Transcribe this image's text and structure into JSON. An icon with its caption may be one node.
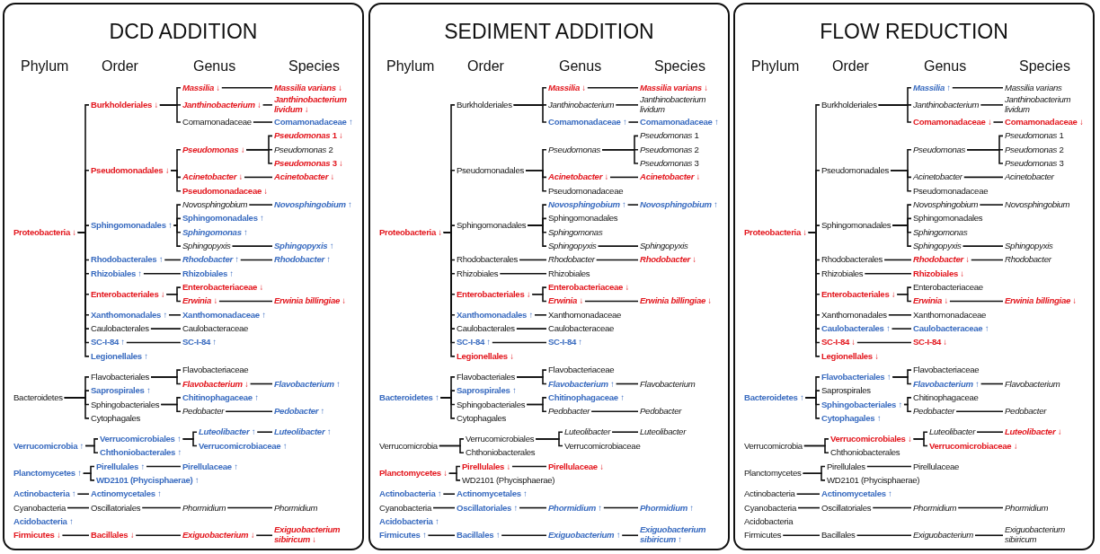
{
  "diagram": {
    "nodes": [
      {
        "text": [
          "DCD ADDITION",
          "Phylum",
          "Order",
          "Genus",
          "Species"
        ]
      },
      {
        "text": [
          "Proteobacteria ↓"
        ],
        "in": 0
      },
      {
        "text": [
          "Burkholderiales ↓"
        ],
        "in": 0
      },
      {
        "text": [
          "Massilia ↓"
        ],
        "in": 0
      },
      {
        "text": [
          "Massilia varians ↓"
        ],
        "in": 0
      },
      {
        "text": [
          "Janthinobacterium ↓"
        ],
        "in": 0
      },
      {
        "text": [
          "Janthinobacterium lividum ↓"
        ],
        "in": 0
      },
      {
        "text": [
          "Comamonadaceae"
        ],
        "in": 0
      },
      {
        "text": [
          "Comamonadaceae ↑"
        ],
        "in": 0
      },
      {
        "text": [
          "Pseudomonadales ↓"
        ],
        "in": 0
      },
      {
        "text": [
          "Pseudomonas ↓"
        ],
        "in": 0
      },
      {
        "text": [
          "*Pseudomonas* 1 ↓"
        ],
        "in": 0
      },
      {
        "text": [
          "*Pseudomonas* 2"
        ],
        "in": 0
      },
      {
        "text": [
          "*Pseudomonas* 3 ↓"
        ],
        "in": 0
      },
      {
        "text": [
          "Acinetobacter ↓"
        ],
        "in": 0
      },
      {
        "text": [
          "Acinetobacter ↓"
        ],
        "in": 0
      },
      {
        "text": [
          "Pseudomonadaceae ↓"
        ],
        "in": 0
      },
      {
        "text": [
          "Sphingomonadales ↑"
        ],
        "in": 0
      },
      {
        "text": [
          "Novosphingobium"
        ],
        "in": 0
      },
      {
        "text": [
          "Novosphingobium ↑"
        ],
        "in": 0
      },
      {
        "text": [
          "Sphingomonadales ↑"
        ],
        "in": 0
      },
      {
        "text": [
          "Sphingomonas ↑"
        ],
        "in": 0
      },
      {
        "text": [
          "Sphingopyxis"
        ],
        "in": 0
      },
      {
        "text": [
          "Sphingopyxis ↑"
        ],
        "in": 0
      },
      {
        "text": [
          "Rhodobacterales ↑"
        ],
        "in": 0
      },
      {
        "text": [
          "Rhodobacter ↑"
        ],
        "in": 0
      },
      {
        "text": [
          "Rhodobacter ↑"
        ],
        "in": 0
      },
      {
        "text": [
          "Rhizobiales ↑"
        ],
        "in": 0
      },
      {
        "text": [
          "Rhizobiales ↑"
        ],
        "in": 0
      },
      {
        "text": [
          "Enterobacteriales ↓"
        ],
        "in": 0
      },
      {
        "text": [
          "Enterobacteriaceae ↓"
        ],
        "in": 0
      },
      {
        "text": [
          "Erwinia ↓"
        ],
        "in": 0
      },
      {
        "text": [
          "Erwinia billingiae ↓"
        ],
        "in": 0
      },
      {
        "text": [
          "Xanthomonadales ↑"
        ],
        "in": 0
      },
      {
        "text": [
          "Xanthomonadaceae ↑"
        ],
        "in": 0
      },
      {
        "text": [
          "Caulobacterales"
        ],
        "in": 0
      },
      {
        "text": [
          "Caulobacteraceae"
        ],
        "in": 0
      },
      {
        "text": [
          "SC-I-84 ↑"
        ],
        "in": 0
      },
      {
        "text": [
          "SC-I-84 ↑"
        ],
        "in": 0
      },
      {
        "text": [
          "Legionellales ↑"
        ],
        "in": 0
      },
      {
        "text": [
          "Bacteroidetes"
        ],
        "in": 0
      },
      {
        "text": [
          "Flavobacteriales"
        ],
        "in": 0
      },
      {
        "text": [
          "Flavobacteriaceae"
        ],
        "in": 0
      },
      {
        "text": [
          "Flavobacterium ↓"
        ],
        "in": 0
      },
      {
        "text": [
          "Flavobacterium ↑"
        ],
        "in": 0
      },
      {
        "text": [
          "Saprospirales ↑"
        ],
        "in": 0
      },
      {
        "text": [
          "Sphingobacteriales"
        ],
        "in": 0
      },
      {
        "text": [
          "Chitinophagaceae ↑"
        ],
        "in": 0
      },
      {
        "text": [
          "Pedobacter"
        ],
        "in": 0
      },
      {
        "text": [
          "Pedobacter ↑"
        ],
        "in": 0
      },
      {
        "text": [
          "Cytophagales"
        ],
        "in": 0
      },
      {
        "text": [
          "Verrucomicrobia ↑"
        ],
        "in": 0
      },
      {
        "text": [
          "Verrucomicrobiales ↑"
        ],
        "in": 0
      },
      {
        "text": [
          "Luteolibacter ↑"
        ],
        "in": 0
      },
      {
        "text": [
          "Luteolibacter ↑"
        ],
        "in": 0
      },
      {
        "text": [
          "Verrucomicrobiaceae ↑"
        ],
        "in": 0
      },
      {
        "text": [
          "Chthoniobacterales ↑"
        ],
        "in": 0
      },
      {
        "text": [
          "Planctomycetes ↑"
        ],
        "in": 0
      },
      {
        "text": [
          "Pirellulales ↑"
        ],
        "in": 0
      },
      {
        "text": [
          "Pirellulaceae ↑"
        ],
        "in": 0
      },
      {
        "text": [
          "WD2101 (Phycisphaerae) ↑"
        ],
        "in": 0
      },
      {
        "text": [
          "Actinobacteria ↑"
        ],
        "in": 0
      },
      {
        "text": [
          "Actinomycetales ↑"
        ],
        "in": 0
      },
      {
        "text": [
          "Cyanobacteria"
        ],
        "in": 0
      },
      {
        "text": [
          "Oscillatoriales"
        ],
        "in": 0
      },
      {
        "text": [
          "Phormidium"
        ],
        "in": 0
      },
      {
        "text": [
          "Phormidium"
        ],
        "in": 0
      },
      {
        "text": [
          "Acidobacteria ↑"
        ],
        "in": 0
      },
      {
        "text": [
          "Firmicutes ↓"
        ],
        "in": 0
      },
      {
        "text": [
          "Bacillales ↓"
        ],
        "in": 0
      },
      {
        "text": [
          "Exiguobacterium ↓"
        ],
        "in": 0
      },
      {
        "text": [
          "Exiguobacterium sibiricum ↓"
        ],
        "in": 0
      },
      {
        "text": [
          "SEDIMENT ADDITION",
          "Phylum",
          "Order",
          "Genus",
          "Species"
        ]
      },
      {
        "text": [
          "Proteobacteria ↓"
        ],
        "in": 72
      },
      {
        "text": [
          "Burkholderiales"
        ],
        "in": 72
      },
      {
        "text": [
          "Massilia ↓"
        ],
        "in": 72
      },
      {
        "text": [
          "Massilia varians ↓"
        ],
        "in": 72
      },
      {
        "text": [
          "Janthinobacterium"
        ],
        "in": 72
      },
      {
        "text": [
          "Janthinobacterium lividum"
        ],
        "in": 72
      },
      {
        "text": [
          "Comamonadaceae ↑"
        ],
        "in": 72
      },
      {
        "text": [
          "Comamonadaceae ↑"
        ],
        "in": 72
      },
      {
        "text": [
          "Pseudomonadales"
        ],
        "in": 72
      },
      {
        "text": [
          "Pseudomonas"
        ],
        "in": 72
      },
      {
        "text": [
          "*Pseudomonas* 1"
        ],
        "in": 72
      },
      {
        "text": [
          "*Pseudomonas* 2"
        ],
        "in": 72
      },
      {
        "text": [
          "*Pseudomonas* 3"
        ],
        "in": 72
      },
      {
        "text": [
          "Acinetobacter ↓"
        ],
        "in": 72
      },
      {
        "text": [
          "Acinetobacter ↓"
        ],
        "in": 72
      },
      {
        "text": [
          "Pseudomonadaceae"
        ],
        "in": 72
      },
      {
        "text": [
          "Sphingomonadales"
        ],
        "in": 72
      },
      {
        "text": [
          "Novosphingobium ↑"
        ],
        "in": 72
      },
      {
        "text": [
          "Novosphingobium ↑"
        ],
        "in": 72
      },
      {
        "text": [
          "Sphingomonadales"
        ],
        "in": 72
      },
      {
        "text": [
          "Sphingomonas"
        ],
        "in": 72
      },
      {
        "text": [
          "Sphingopyxis"
        ],
        "in": 72
      },
      {
        "text": [
          "Sphingopyxis"
        ],
        "in": 72
      },
      {
        "text": [
          "Rhodobacterales"
        ],
        "in": 72
      },
      {
        "text": [
          "Rhodobacter"
        ],
        "in": 72
      },
      {
        "text": [
          "Rhodobacter ↓"
        ],
        "in": 72
      },
      {
        "text": [
          "Rhizobiales"
        ],
        "in": 72
      },
      {
        "text": [
          "Rhizobiales"
        ],
        "in": 72
      },
      {
        "text": [
          "Enterobacteriales ↓"
        ],
        "in": 72
      },
      {
        "text": [
          "Enterobacteriaceae ↓"
        ],
        "in": 72
      },
      {
        "text": [
          "Erwinia ↓"
        ],
        "in": 72
      },
      {
        "text": [
          "Erwinia billingiae ↓"
        ],
        "in": 72
      },
      {
        "text": [
          "Xanthomonadales ↑"
        ],
        "in": 72
      },
      {
        "text": [
          "Xanthomonadaceae"
        ],
        "in": 72
      },
      {
        "text": [
          "Caulobacterales"
        ],
        "in": 72
      },
      {
        "text": [
          "Caulobacteraceae"
        ],
        "in": 72
      },
      {
        "text": [
          "SC-I-84 ↑"
        ],
        "in": 72
      },
      {
        "text": [
          "SC-I-84 ↑"
        ],
        "in": 72
      },
      {
        "text": [
          "Legionellales ↓"
        ],
        "in": 72
      },
      {
        "text": [
          "Bacteroidetes ↑"
        ],
        "in": 72
      },
      {
        "text": [
          "Flavobacteriales"
        ],
        "in": 72
      },
      {
        "text": [
          "Flavobacteriaceae"
        ],
        "in": 72
      },
      {
        "text": [
          "Flavobacterium ↑"
        ],
        "in": 72
      },
      {
        "text": [
          "Flavobacterium"
        ],
        "in": 72
      },
      {
        "text": [
          "Saprospirales ↑"
        ],
        "in": 72
      },
      {
        "text": [
          "Sphingobacteriales"
        ],
        "in": 72
      },
      {
        "text": [
          "Chitinophagaceae ↑"
        ],
        "in": 72
      },
      {
        "text": [
          "Pedobacter"
        ],
        "in": 72
      },
      {
        "text": [
          "Pedobacter"
        ],
        "in": 72
      },
      {
        "text": [
          "Cytophagales"
        ],
        "in": 72
      },
      {
        "text": [
          "Verrucomicrobia"
        ],
        "in": 72
      },
      {
        "text": [
          "Verrucomicrobiales"
        ],
        "in": 72
      },
      {
        "text": [
          "Luteolibacter"
        ],
        "in": 72
      },
      {
        "text": [
          "Luteolibacter"
        ],
        "in": 72
      },
      {
        "text": [
          "Verrucomicrobiaceae"
        ],
        "in": 72
      },
      {
        "text": [
          "Chthoniobacterales"
        ],
        "in": 72
      },
      {
        "text": [
          "Planctomycetes ↓"
        ],
        "in": 72
      },
      {
        "text": [
          "Pirellulales ↓"
        ],
        "in": 72
      },
      {
        "text": [
          "Pirellulaceae ↓"
        ],
        "in": 72
      },
      {
        "text": [
          "WD2101 (Phycisphaerae)"
        ],
        "in": 72
      },
      {
        "text": [
          "Actinobacteria ↑"
        ],
        "in": 72
      },
      {
        "text": [
          "Actinomycetales ↑"
        ],
        "in": 72
      },
      {
        "text": [
          "Cyanobacteria"
        ],
        "in": 72
      },
      {
        "text": [
          "Oscillatoriales ↑"
        ],
        "in": 72
      },
      {
        "text": [
          "Phormidium ↑"
        ],
        "in": 72
      },
      {
        "text": [
          "Phormidium ↑"
        ],
        "in": 72
      },
      {
        "text": [
          "Acidobacteria ↑"
        ],
        "in": 72
      },
      {
        "text": [
          "Firmicutes ↑"
        ],
        "in": 72
      },
      {
        "text": [
          "Bacillales ↑"
        ],
        "in": 72
      },
      {
        "text": [
          "Exiguobacterium ↑"
        ],
        "in": 72
      },
      {
        "text": [
          "Exiguobacterium sibiricum ↑"
        ],
        "in": 72
      },
      {
        "text": [
          "FLOW REDUCTION",
          "Phylum",
          "Order",
          "Genus",
          "Species"
        ]
      },
      {
        "text": [
          "Proteobacteria ↓"
        ],
        "in": 144
      },
      {
        "text": [
          "Burkholderiales"
        ],
        "in": 144
      },
      {
        "text": [
          "Massilia ↑"
        ],
        "in": 144
      },
      {
        "text": [
          "Massilia varians"
        ],
        "in": 144
      },
      {
        "text": [
          "Janthinobacterium"
        ],
        "in": 144
      },
      {
        "text": [
          "Janthinobacterium lividum"
        ],
        "in": 144
      },
      {
        "text": [
          "Comamonadaceae ↓"
        ],
        "in": 144
      },
      {
        "text": [
          "Comamonadaceae ↓"
        ],
        "in": 144
      },
      {
        "text": [
          "Pseudomonadales"
        ],
        "in": 144
      },
      {
        "text": [
          "Pseudomonas"
        ],
        "in": 144
      },
      {
        "text": [
          "*Pseudomonas* 1"
        ],
        "in": 144
      },
      {
        "text": [
          "*Pseudomonas* 2"
        ],
        "in": 144
      },
      {
        "text": [
          "*Pseudomonas* 3"
        ],
        "in": 144
      },
      {
        "text": [
          "Acinetobacter"
        ],
        "in": 144
      },
      {
        "text": [
          "Acinetobacter"
        ],
        "in": 144
      },
      {
        "text": [
          "Pseudomonadaceae"
        ],
        "in": 144
      },
      {
        "text": [
          "Sphingomonadales"
        ],
        "in": 144
      },
      {
        "text": [
          "Novosphingobium"
        ],
        "in": 144
      },
      {
        "text": [
          "Novosphingobium"
        ],
        "in": 144
      },
      {
        "text": [
          "Sphingomonadales"
        ],
        "in": 144
      },
      {
        "text": [
          "Sphingomonas"
        ],
        "in": 144
      },
      {
        "text": [
          "Sphingopyxis"
        ],
        "in": 144
      },
      {
        "text": [
          "Sphingopyxis"
        ],
        "in": 144
      },
      {
        "text": [
          "Rhodobacterales"
        ],
        "in": 144
      },
      {
        "text": [
          "Rhodobacter ↓"
        ],
        "in": 144
      },
      {
        "text": [
          "Rhodobacter"
        ],
        "in": 144
      },
      {
        "text": [
          "Rhizobiales"
        ],
        "in": 144
      },
      {
        "text": [
          "Rhizobiales ↓"
        ],
        "in": 144
      },
      {
        "text": [
          "Enterobacteriales ↓"
        ],
        "in": 144
      },
      {
        "text": [
          "Enterobacteriaceae"
        ],
        "in": 144
      },
      {
        "text": [
          "Erwinia ↓"
        ],
        "in": 144
      },
      {
        "text": [
          "Erwinia billingiae ↓"
        ],
        "in": 144
      },
      {
        "text": [
          "Xanthomonadales"
        ],
        "in": 144
      },
      {
        "text": [
          "Xanthomonadaceae"
        ],
        "in": 144
      },
      {
        "text": [
          "Caulobacterales ↑"
        ],
        "in": 144
      },
      {
        "text": [
          "Caulobacteraceae ↑"
        ],
        "in": 144
      },
      {
        "text": [
          "SC-I-84 ↓"
        ],
        "in": 144
      },
      {
        "text": [
          "SC-I-84 ↓"
        ],
        "in": 144
      },
      {
        "text": [
          "Legionellales ↓"
        ],
        "in": 144
      },
      {
        "text": [
          "Bacteroidetes ↑"
        ],
        "in": 144
      },
      {
        "text": [
          "Flavobacteriales ↑"
        ],
        "in": 144
      },
      {
        "text": [
          "Flavobacteriaceae"
        ],
        "in": 144
      },
      {
        "text": [
          "Flavobacterium ↑"
        ],
        "in": 144
      },
      {
        "text": [
          "Flavobacterium"
        ],
        "in": 144
      },
      {
        "text": [
          "Saprospirales"
        ],
        "in": 144
      },
      {
        "text": [
          "Sphingobacteriales ↑"
        ],
        "in": 144
      },
      {
        "text": [
          "Chitinophagaceae"
        ],
        "in": 144
      },
      {
        "text": [
          "Pedobacter"
        ],
        "in": 144
      },
      {
        "text": [
          "Pedobacter"
        ],
        "in": 144
      },
      {
        "text": [
          "Cytophagales ↑"
        ],
        "in": 144
      },
      {
        "text": [
          "Verrucomicrobia"
        ],
        "in": 144
      },
      {
        "text": [
          "Verrucomicrobiales ↓"
        ],
        "in": 144
      },
      {
        "text": [
          "Luteolibacter"
        ],
        "in": 144
      },
      {
        "text": [
          "Luteolibacter ↓"
        ],
        "in": 144
      },
      {
        "text": [
          "Verrucomicrobiaceae ↓"
        ],
        "in": 144
      },
      {
        "text": [
          "Chthoniobacterales"
        ],
        "in": 144
      },
      {
        "text": [
          "Planctomycetes"
        ],
        "in": 144
      },
      {
        "text": [
          "Pirellulales"
        ],
        "in": 144
      },
      {
        "text": [
          "Pirellulaceae"
        ],
        "in": 144
      },
      {
        "text": [
          "WD2101 (Phycisphaerae)"
        ],
        "in": 144
      },
      {
        "text": [
          "Actinobacteria"
        ],
        "in": 144
      },
      {
        "text": [
          "Actinomycetales ↑"
        ],
        "in": 144
      },
      {
        "text": [
          "Cyanobacteria"
        ],
        "in": 144
      },
      {
        "text": [
          "Oscillatoriales"
        ],
        "in": 144
      },
      {
        "text": [
          "Phormidium"
        ],
        "in": 144
      },
      {
        "text": [
          "Phormidium"
        ],
        "in": 144
      },
      {
        "text": [
          "Acidobacteria"
        ],
        "in": 144
      },
      {
        "text": [
          "Firmicutes"
        ],
        "in": 144
      },
      {
        "text": [
          "Bacillales"
        ],
        "in": 144
      },
      {
        "text": [
          "Exiguobacterium"
        ],
        "in": 144
      },
      {
        "text": [
          "Exiguobacterium sibiricum"
        ],
        "in": 144
      }
    ],
    "edges": [
      {
        "from": 1,
        "to": 2,
        "arrow": "none"
      },
      {
        "from": 1,
        "to": 9,
        "arrow": "none"
      },
      {
        "from": 1,
        "to": 17,
        "arrow": "none"
      },
      {
        "from": 1,
        "to": 24,
        "arrow": "none"
      },
      {
        "from": 1,
        "to": 27,
        "arrow": "none"
      },
      {
        "from": 1,
        "to": 29,
        "arrow": "none"
      },
      {
        "from": 1,
        "to": 33,
        "arrow": "none"
      },
      {
        "from": 1,
        "to": 35,
        "arrow": "none"
      },
      {
        "from": 1,
        "to": 37,
        "arrow": "none"
      },
      {
        "from": 1,
        "to": 39,
        "arrow": "none"
      },
      {
        "from": 2,
        "to": 3,
        "arrow": "none"
      },
      {
        "from": 2,
        "to": 5,
        "arrow": "none"
      },
      {
        "from": 2,
        "to": 7,
        "arrow": "none"
      },
      {
        "from": 3,
        "to": 4,
        "arrow": "none"
      },
      {
        "from": 5,
        "to": 6,
        "arrow": "none"
      },
      {
        "from": 7,
        "to": 8,
        "arrow": "none"
      },
      {
        "from": 9,
        "to": 10,
        "arrow": "none"
      },
      {
        "from": 9,
        "to": 14,
        "arrow": "none"
      },
      {
        "from": 9,
        "to": 16,
        "arrow": "none"
      },
      {
        "from": 10,
        "to": 11,
        "arrow": "none"
      },
      {
        "from": 10,
        "to": 12,
        "arrow": "none"
      },
      {
        "from": 10,
        "to": 13,
        "arrow": "none"
      },
      {
        "from": 14,
        "to": 15,
        "arrow": "none"
      },
      {
        "from": 17,
        "to": 18,
        "arrow": "none"
      },
      {
        "from": 17,
        "to": 20,
        "arrow": "none"
      },
      {
        "from": 17,
        "to": 21,
        "arrow": "none"
      },
      {
        "from": 17,
        "to": 22,
        "arrow": "none"
      },
      {
        "from": 18,
        "to": 19,
        "arrow": "none"
      },
      {
        "from": 22,
        "to": 23,
        "arrow": "none"
      },
      {
        "from": 24,
        "to": 25,
        "arrow": "none"
      },
      {
        "from": 25,
        "to": 26,
        "arrow": "none"
      },
      {
        "from": 27,
        "to": 28,
        "arrow": "none"
      },
      {
        "from": 29,
        "to": 30,
        "arrow": "none"
      },
      {
        "from": 29,
        "to": 31,
        "arrow": "none"
      },
      {
        "from": 31,
        "to": 32,
        "arrow": "none"
      },
      {
        "from": 33,
        "to": 34,
        "arrow": "none"
      },
      {
        "from": 35,
        "to": 36,
        "arrow": "none"
      },
      {
        "from": 37,
        "to": 38,
        "arrow": "none"
      },
      {
        "from": 40,
        "to": 41,
        "arrow": "none"
      },
      {
        "from": 40,
        "to": 45,
        "arrow": "none"
      },
      {
        "from": 40,
        "to": 46,
        "arrow": "none"
      },
      {
        "from": 40,
        "to": 50,
        "arrow": "none"
      },
      {
        "from": 41,
        "to": 42,
        "arrow": "none"
      },
      {
        "from": 41,
        "to": 43,
        "arrow": "none"
      },
      {
        "from": 43,
        "to": 44,
        "arrow": "none"
      },
      {
        "from": 46,
        "to": 47,
        "arrow": "none"
      },
      {
        "from": 46,
        "to": 48,
        "arrow": "none"
      },
      {
        "from": 48,
        "to": 49,
        "arrow": "none"
      },
      {
        "from": 51,
        "to": 52,
        "arrow": "none"
      },
      {
        "from": 51,
        "to": 56,
        "arrow": "none"
      },
      {
        "from": 52,
        "to": 53,
        "arrow": "none"
      },
      {
        "from": 52,
        "to": 55,
        "arrow": "none"
      },
      {
        "from": 53,
        "to": 54,
        "arrow": "none"
      },
      {
        "from": 57,
        "to": 58,
        "arrow": "none"
      },
      {
        "from": 57,
        "to": 60,
        "arrow": "none"
      },
      {
        "from": 58,
        "to": 59,
        "arrow": "none"
      },
      {
        "from": 61,
        "to": 62,
        "arrow": "none"
      },
      {
        "from": 63,
        "to": 64,
        "arrow": "none"
      },
      {
        "from": 64,
        "to": 65,
        "arrow": "none"
      },
      {
        "from": 65,
        "to": 66,
        "arrow": "none"
      },
      {
        "from": 68,
        "to": 69,
        "arrow": "none"
      },
      {
        "from": 69,
        "to": 70,
        "arrow": "none"
      },
      {
        "from": 70,
        "to": 71,
        "arrow": "none"
      },
      {
        "from": 73,
        "to": 74,
        "arrow": "none"
      },
      {
        "from": 73,
        "to": 81,
        "arrow": "none"
      },
      {
        "from": 73,
        "to": 89,
        "arrow": "none"
      },
      {
        "from": 73,
        "to": 96,
        "arrow": "none"
      },
      {
        "from": 73,
        "to": 99,
        "arrow": "none"
      },
      {
        "from": 73,
        "to": 101,
        "arrow": "none"
      },
      {
        "from": 73,
        "to": 105,
        "arrow": "none"
      },
      {
        "from": 73,
        "to": 107,
        "arrow": "none"
      },
      {
        "from": 73,
        "to": 109,
        "arrow": "none"
      },
      {
        "from": 73,
        "to": 111,
        "arrow": "none"
      },
      {
        "from": 74,
        "to": 75,
        "arrow": "none"
      },
      {
        "from": 74,
        "to": 77,
        "arrow": "none"
      },
      {
        "from": 74,
        "to": 79,
        "arrow": "none"
      },
      {
        "from": 75,
        "to": 76,
        "arrow": "none"
      },
      {
        "from": 77,
        "to": 78,
        "arrow": "none"
      },
      {
        "from": 79,
        "to": 80,
        "arrow": "none"
      },
      {
        "from": 81,
        "to": 82,
        "arrow": "none"
      },
      {
        "from": 81,
        "to": 86,
        "arrow": "none"
      },
      {
        "from": 81,
        "to": 88,
        "arrow": "none"
      },
      {
        "from": 82,
        "to": 83,
        "arrow": "none"
      },
      {
        "from": 82,
        "to": 84,
        "arrow": "none"
      },
      {
        "from": 82,
        "to": 85,
        "arrow": "none"
      },
      {
        "from": 86,
        "to": 87,
        "arrow": "none"
      },
      {
        "from": 89,
        "to": 90,
        "arrow": "none"
      },
      {
        "from": 89,
        "to": 92,
        "arrow": "none"
      },
      {
        "from": 89,
        "to": 93,
        "arrow": "none"
      },
      {
        "from": 89,
        "to": 94,
        "arrow": "none"
      },
      {
        "from": 90,
        "to": 91,
        "arrow": "none"
      },
      {
        "from": 94,
        "to": 95,
        "arrow": "none"
      },
      {
        "from": 96,
        "to": 97,
        "arrow": "none"
      },
      {
        "from": 97,
        "to": 98,
        "arrow": "none"
      },
      {
        "from": 99,
        "to": 100,
        "arrow": "none"
      },
      {
        "from": 101,
        "to": 102,
        "arrow": "none"
      },
      {
        "from": 101,
        "to": 103,
        "arrow": "none"
      },
      {
        "from": 103,
        "to": 104,
        "arrow": "none"
      },
      {
        "from": 105,
        "to": 106,
        "arrow": "none"
      },
      {
        "from": 107,
        "to": 108,
        "arrow": "none"
      },
      {
        "from": 109,
        "to": 110,
        "arrow": "none"
      },
      {
        "from": 112,
        "to": 113,
        "arrow": "none"
      },
      {
        "from": 112,
        "to": 117,
        "arrow": "none"
      },
      {
        "from": 112,
        "to": 118,
        "arrow": "none"
      },
      {
        "from": 112,
        "to": 122,
        "arrow": "none"
      },
      {
        "from": 113,
        "to": 114,
        "arrow": "none"
      },
      {
        "from": 113,
        "to": 115,
        "arrow": "none"
      },
      {
        "from": 115,
        "to": 116,
        "arrow": "none"
      },
      {
        "from": 118,
        "to": 119,
        "arrow": "none"
      },
      {
        "from": 118,
        "to": 120,
        "arrow": "none"
      },
      {
        "from": 120,
        "to": 121,
        "arrow": "none"
      },
      {
        "from": 123,
        "to": 124,
        "arrow": "none"
      },
      {
        "from": 123,
        "to": 128,
        "arrow": "none"
      },
      {
        "from": 124,
        "to": 125,
        "arrow": "none"
      },
      {
        "from": 124,
        "to": 127,
        "arrow": "none"
      },
      {
        "from": 125,
        "to": 126,
        "arrow": "none"
      },
      {
        "from": 129,
        "to": 130,
        "arrow": "none"
      },
      {
        "from": 129,
        "to": 132,
        "arrow": "none"
      },
      {
        "from": 130,
        "to": 131,
        "arrow": "none"
      },
      {
        "from": 133,
        "to": 134,
        "arrow": "none"
      },
      {
        "from": 135,
        "to": 136,
        "arrow": "none"
      },
      {
        "from": 136,
        "to": 137,
        "arrow": "none"
      },
      {
        "from": 137,
        "to": 138,
        "arrow": "none"
      },
      {
        "from": 140,
        "to": 141,
        "arrow": "none"
      },
      {
        "from": 141,
        "to": 142,
        "arrow": "none"
      },
      {
        "from": 142,
        "to": 143,
        "arrow": "none"
      },
      {
        "from": 145,
        "to": 146,
        "arrow": "none"
      },
      {
        "from": 145,
        "to": 153,
        "arrow": "none"
      },
      {
        "from": 145,
        "to": 161,
        "arrow": "none"
      },
      {
        "from": 145,
        "to": 168,
        "arrow": "none"
      },
      {
        "from": 145,
        "to": 171,
        "arrow": "none"
      },
      {
        "from": 145,
        "to": 173,
        "arrow": "none"
      },
      {
        "from": 145,
        "to": 177,
        "arrow": "none"
      },
      {
        "from": 145,
        "to": 179,
        "arrow": "none"
      },
      {
        "from": 145,
        "to": 181,
        "arrow": "none"
      },
      {
        "from": 145,
        "to": 183,
        "arrow": "none"
      },
      {
        "from": 146,
        "to": 147,
        "arrow": "none"
      },
      {
        "from": 146,
        "to": 149,
        "arrow": "none"
      },
      {
        "from": 146,
        "to": 151,
        "arrow": "none"
      },
      {
        "from": 147,
        "to": 148,
        "arrow": "none"
      },
      {
        "from": 149,
        "to": 150,
        "arrow": "none"
      },
      {
        "from": 151,
        "to": 152,
        "arrow": "none"
      },
      {
        "from": 153,
        "to": 154,
        "arrow": "none"
      },
      {
        "from": 153,
        "to": 158,
        "arrow": "none"
      },
      {
        "from": 153,
        "to": 160,
        "arrow": "none"
      },
      {
        "from": 154,
        "to": 155,
        "arrow": "none"
      },
      {
        "from": 154,
        "to": 156,
        "arrow": "none"
      },
      {
        "from": 154,
        "to": 157,
        "arrow": "none"
      },
      {
        "from": 158,
        "to": 159,
        "arrow": "none"
      },
      {
        "from": 161,
        "to": 162,
        "arrow": "none"
      },
      {
        "from": 161,
        "to": 164,
        "arrow": "none"
      },
      {
        "from": 161,
        "to": 165,
        "arrow": "none"
      },
      {
        "from": 161,
        "to": 166,
        "arrow": "none"
      },
      {
        "from": 162,
        "to": 163,
        "arrow": "none"
      },
      {
        "from": 166,
        "to": 167,
        "arrow": "none"
      },
      {
        "from": 168,
        "to": 169,
        "arrow": "none"
      },
      {
        "from": 169,
        "to": 170,
        "arrow": "none"
      },
      {
        "from": 171,
        "to": 172,
        "arrow": "none"
      },
      {
        "from": 173,
        "to": 174,
        "arrow": "none"
      },
      {
        "from": 173,
        "to": 175,
        "arrow": "none"
      },
      {
        "from": 175,
        "to": 176,
        "arrow": "none"
      },
      {
        "from": 177,
        "to": 178,
        "arrow": "none"
      },
      {
        "from": 179,
        "to": 180,
        "arrow": "none"
      },
      {
        "from": 181,
        "to": 182,
        "arrow": "none"
      },
      {
        "from": 184,
        "to": 185,
        "arrow": "none"
      },
      {
        "from": 184,
        "to": 189,
        "arrow": "none"
      },
      {
        "from": 184,
        "to": 190,
        "arrow": "none"
      },
      {
        "from": 184,
        "to": 194,
        "arrow": "none"
      },
      {
        "from": 185,
        "to": 186,
        "arrow": "none"
      },
      {
        "from": 185,
        "to": 187,
        "arrow": "none"
      },
      {
        "from": 187,
        "to": 188,
        "arrow": "none"
      },
      {
        "from": 190,
        "to": 191,
        "arrow": "none"
      },
      {
        "from": 190,
        "to": 192,
        "arrow": "none"
      },
      {
        "from": 192,
        "to": 193,
        "arrow": "none"
      },
      {
        "from": 195,
        "to": 196,
        "arrow": "none"
      },
      {
        "from": 195,
        "to": 200,
        "arrow": "none"
      },
      {
        "from": 196,
        "to": 197,
        "arrow": "none"
      },
      {
        "from": 196,
        "to": 199,
        "arrow": "none"
      },
      {
        "from": 197,
        "to": 198,
        "arrow": "none"
      },
      {
        "from": 201,
        "to": 202,
        "arrow": "none"
      },
      {
        "from": 201,
        "to": 204,
        "arrow": "none"
      },
      {
        "from": 202,
        "to": 203,
        "arrow": "none"
      },
      {
        "from": 205,
        "to": 206,
        "arrow": "none"
      },
      {
        "from": 207,
        "to": 208,
        "arrow": "none"
      },
      {
        "from": 208,
        "to": 209,
        "arrow": "none"
      },
      {
        "from": 209,
        "to": 210,
        "arrow": "none"
      },
      {
        "from": 212,
        "to": 213,
        "arrow": "none"
      },
      {
        "from": 213,
        "to": 214,
        "arrow": "none"
      },
      {
        "from": 214,
        "to": 215,
        "arrow": "none"
      }
    ]
  }
}
